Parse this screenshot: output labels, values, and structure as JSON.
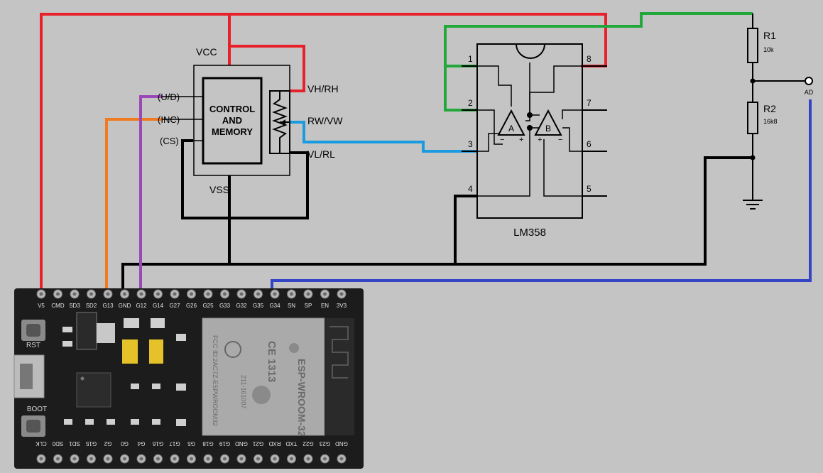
{
  "colors": {
    "background": "#c4c4c4",
    "power": "#e8202a",
    "ground": "#000000",
    "inc": "#f07a22",
    "ud": "#9a48b8",
    "wiper": "#1a9be0",
    "feedback": "#22a83a",
    "adc": "#3344c4",
    "board": "#1c1c1c"
  },
  "potentiometer": {
    "vcc": "VCC",
    "vss": "VSS",
    "control_line1": "CONTROL",
    "control_line2": "AND",
    "control_line3": "MEMORY",
    "pin_ud": "(U/D)",
    "pin_inc": "(INC)",
    "pin_cs": "(CS)",
    "pin_high": "VH/RH",
    "pin_wiper": "RW/VW",
    "pin_low": "VL/RL"
  },
  "opamp": {
    "name": "LM358",
    "amp_a": "A",
    "amp_b": "B",
    "plus": "+",
    "minus": "−",
    "pins": [
      "1",
      "2",
      "3",
      "4",
      "5",
      "6",
      "7",
      "8"
    ]
  },
  "divider": {
    "r1_label": "R1",
    "r1_value": "10k",
    "r2_label": "R2",
    "r2_value": "16k8",
    "output_label": "AD"
  },
  "board": {
    "top_pins": [
      "V5",
      "CMD",
      "SD3",
      "SD2",
      "G13",
      "GND",
      "G12",
      "G14",
      "G27",
      "G26",
      "G25",
      "G33",
      "G32",
      "G35",
      "G34",
      "SN",
      "SP",
      "EN",
      "3V3"
    ],
    "bottom_pins": [
      "CLK",
      "SD0",
      "SD1",
      "G15",
      "G2",
      "G0",
      "G4",
      "G16",
      "G17",
      "G5",
      "G18",
      "G19",
      "GND",
      "G21",
      "RXD",
      "TXD",
      "G22",
      "G23",
      "GND"
    ],
    "rst_label": "RST",
    "boot_label": "BOOT",
    "module_name": "ESP-WROOM-32",
    "module_cert": "CE 1313",
    "module_fcc": "FCC ID:2AC7Z-ESPWROOM32",
    "module_id": "211-161007"
  }
}
